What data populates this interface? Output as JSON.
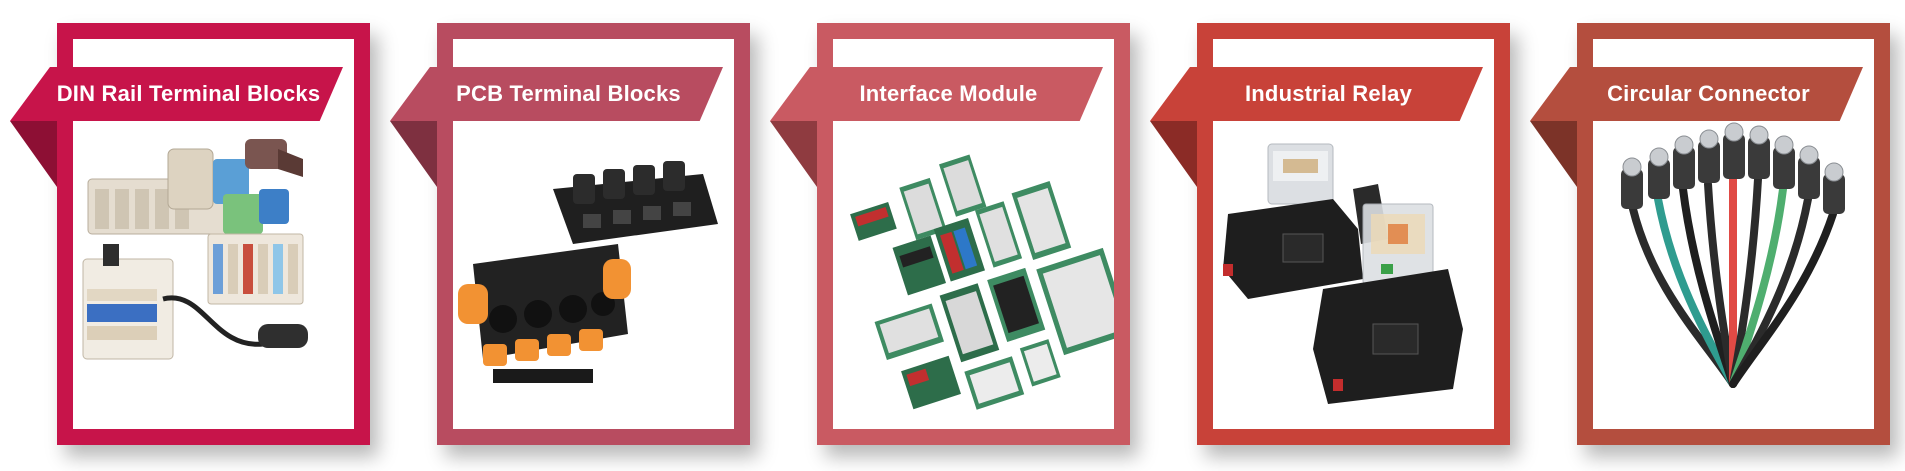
{
  "cards": [
    {
      "title": "DIN Rail Terminal Blocks",
      "frame_color": "#c7144a",
      "ribbon_color": "#c7144a",
      "fold_color": "#8d0f34"
    },
    {
      "title": "PCB Terminal Blocks",
      "frame_color": "#b84c60",
      "ribbon_color": "#b84c60",
      "fold_color": "#7e3040"
    },
    {
      "title": "Interface Module",
      "frame_color": "#c95a62",
      "ribbon_color": "#c95a62",
      "fold_color": "#8f3b40"
    },
    {
      "title": "Industrial Relay",
      "frame_color": "#c84239",
      "ribbon_color": "#c84239",
      "fold_color": "#8b2b26"
    },
    {
      "title": "Circular Connector",
      "frame_color": "#b44e3e",
      "ribbon_color": "#b44e3e",
      "fold_color": "#7c3328"
    }
  ],
  "icons": {
    "card_1": "din-rail-terminal-blocks-photo",
    "card_2": "pcb-terminal-blocks-photo",
    "card_3": "interface-module-photo",
    "card_4": "industrial-relay-photo",
    "card_5": "circular-connector-photo"
  }
}
